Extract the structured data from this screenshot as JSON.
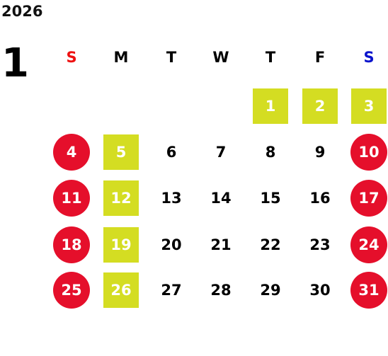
{
  "calendar": {
    "year": "2026",
    "month": "1",
    "colors": {
      "red": "#e50f2b",
      "highlight": "#d4dd22",
      "sunday_label": "#ee1111",
      "saturday_label": "#0a13cc"
    },
    "weekdays": [
      "S",
      "M",
      "T",
      "W",
      "T",
      "F",
      "S"
    ],
    "days": [
      {
        "d": "1",
        "style": "highlight"
      },
      {
        "d": "2",
        "style": "highlight"
      },
      {
        "d": "3",
        "style": "highlight"
      },
      {
        "d": "4",
        "style": "red"
      },
      {
        "d": "5",
        "style": "highlight"
      },
      {
        "d": "6",
        "style": "plain"
      },
      {
        "d": "7",
        "style": "plain"
      },
      {
        "d": "8",
        "style": "plain"
      },
      {
        "d": "9",
        "style": "plain"
      },
      {
        "d": "10",
        "style": "red"
      },
      {
        "d": "11",
        "style": "red"
      },
      {
        "d": "12",
        "style": "highlight"
      },
      {
        "d": "13",
        "style": "plain"
      },
      {
        "d": "14",
        "style": "plain"
      },
      {
        "d": "15",
        "style": "plain"
      },
      {
        "d": "16",
        "style": "plain"
      },
      {
        "d": "17",
        "style": "red"
      },
      {
        "d": "18",
        "style": "red"
      },
      {
        "d": "19",
        "style": "highlight"
      },
      {
        "d": "20",
        "style": "plain"
      },
      {
        "d": "21",
        "style": "plain"
      },
      {
        "d": "22",
        "style": "plain"
      },
      {
        "d": "23",
        "style": "plain"
      },
      {
        "d": "24",
        "style": "red"
      },
      {
        "d": "25",
        "style": "red"
      },
      {
        "d": "26",
        "style": "highlight"
      },
      {
        "d": "27",
        "style": "plain"
      },
      {
        "d": "28",
        "style": "plain"
      },
      {
        "d": "29",
        "style": "plain"
      },
      {
        "d": "30",
        "style": "plain"
      },
      {
        "d": "31",
        "style": "red"
      }
    ]
  }
}
